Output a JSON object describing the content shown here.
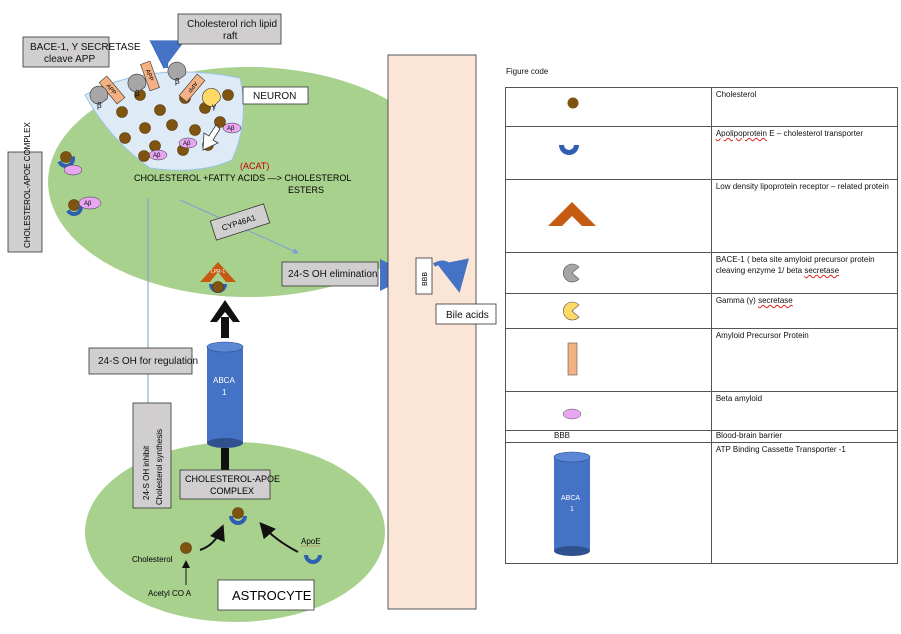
{
  "labels": {
    "bace_box": [
      "BACE-1, Y SECRETASE",
      "cleave APP"
    ],
    "raft_box": [
      "Cholesterol rich lipid",
      "raft"
    ],
    "neuron": "NEURON",
    "acat": "(ACAT)",
    "reaction_line1": "CHOLESTEROL +FATTY ACIDS —> CHOLESTEROL",
    "reaction_line2": "ESTERS",
    "cyp": "CYP46A1",
    "elimination": "24-S OH elimination",
    "bbb_vertical": "BBB",
    "bile": "Bile acids",
    "apoe_complex_left": "CHOLESTEROL-APOE COMPLEX",
    "regulation": "24-S OH for regulation",
    "inhibit": [
      "24-S OH inhibit",
      "Cholesterol synthesis"
    ],
    "abca_pillar": [
      "ABCA",
      "1"
    ],
    "apoe_complex_astro": [
      "CHOLESTEROL-APOE",
      "COMPLEX"
    ],
    "cholesterol": "Cholesterol",
    "acetyl": "Acetyl CO A",
    "apoe": "ApoE",
    "astrocyte": "ASTROCYTE",
    "lrp": "LPR-1",
    "app": "APP",
    "abeta": "Aβ",
    "beta": "β",
    "gamma": "γ"
  },
  "legend": {
    "title": "Figure code",
    "rows": [
      {
        "symbol": "cholesterol-dot",
        "text": "Cholesterol"
      },
      {
        "symbol": "apoe-cup",
        "text_underlined": "Apolipoprotein",
        "text": " E – cholesterol transporter"
      },
      {
        "symbol": "lrp-chevron",
        "text": "Low density lipoprotein receptor – related protein"
      },
      {
        "symbol": "bace-pac",
        "text": "BACE-1 ( beta site amyloid precursor protein cleaving enzyme 1/ beta ",
        "text_underlined": "secretase"
      },
      {
        "symbol": "gamma-pac",
        "text": "Gamma (γ) ",
        "text_underlined": "secretase"
      },
      {
        "symbol": "app-rect",
        "text": "Amyloid Precursor Protein"
      },
      {
        "symbol": "abeta-oval",
        "text": "Beta amyloid"
      },
      {
        "symbol": "bbb-text",
        "symbol_text": "BBB",
        "text": "Blood-brain barrier"
      },
      {
        "symbol": "abca-cyl",
        "symbol_text": [
          "ABCA",
          "1"
        ],
        "text": "ATP Binding Cassette Transporter -1"
      }
    ]
  },
  "colors": {
    "cell_fill": "#a9d18e",
    "raft_fill": "#deebf7",
    "bbb_fill": "#fbe5d6",
    "cholesterol": "#7f5410",
    "apoe": "#2f5fb3",
    "lrp": "#c55a11",
    "app": "#f4b183",
    "abeta": "#e7a6f0",
    "abca": "#4472c4",
    "box_gray": "#d0cece",
    "arrow_blue": "#4472c4",
    "acat_red": "#c00000"
  }
}
